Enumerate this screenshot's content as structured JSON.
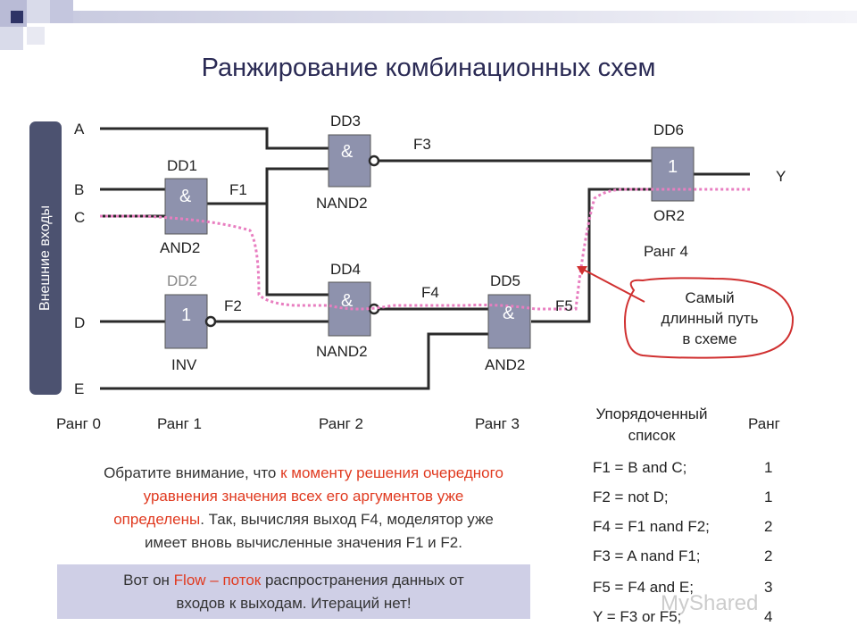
{
  "title": "Ранжирование комбинационных схем",
  "sidebar_label": "Внешние входы",
  "inputs": {
    "a": "A",
    "b": "B",
    "c": "C",
    "d": "D",
    "e": "E"
  },
  "output": "Y",
  "gates": {
    "dd1": {
      "name": "DD1",
      "symbol": "&",
      "type": "AND2"
    },
    "dd2": {
      "name": "DD2",
      "symbol": "1",
      "type": "INV"
    },
    "dd3": {
      "name": "DD3",
      "symbol": "&",
      "type": "NAND2"
    },
    "dd4": {
      "name": "DD4",
      "symbol": "&",
      "type": "NAND2"
    },
    "dd5": {
      "name": "DD5",
      "symbol": "&",
      "type": "AND2"
    },
    "dd6": {
      "name": "DD6",
      "symbol": "1",
      "type": "OR2"
    }
  },
  "signals": {
    "f1": "F1",
    "f2": "F2",
    "f3": "F3",
    "f4": "F4",
    "f5": "F5"
  },
  "ranks": {
    "r0": "Ранг 0",
    "r1": "Ранг 1",
    "r2": "Ранг 2",
    "r3": "Ранг 3",
    "r4": "Ранг 4"
  },
  "callout": {
    "line1": "Самый",
    "line2": "длинный путь",
    "line3": "в схеме"
  },
  "note": {
    "p1": "Обратите внимание, что ",
    "p2": "к моменту решения очередного",
    "p3": "уравнения значения всех его аргументов уже",
    "p4": "определены",
    "p5": ". Так, вычисляя выход F4, моделятор уже",
    "p6": "имеет вновь вычисленные значения F1 и F2."
  },
  "flow": {
    "pre": "Вот он ",
    "red": "Flow – поток",
    "post": " распространения данных от",
    "line2": "входов к выходам. Итераций нет!"
  },
  "table": {
    "header_list_1": "Упорядоченный",
    "header_list_2": "список",
    "header_rank": "Ранг",
    "rows": [
      {
        "eq": "F1 = B and C;",
        "rank": "1"
      },
      {
        "eq": "F2 = not D;",
        "rank": "1"
      },
      {
        "eq": "F4 = F1 nand F2;",
        "rank": "2"
      },
      {
        "eq": "F3 = A nand F1;",
        "rank": "2"
      },
      {
        "eq": "F5 = F4 and E;",
        "rank": "3"
      },
      {
        "eq": "Y = F3 or F5;",
        "rank": "4"
      }
    ]
  },
  "watermark": "MyShared",
  "colors": {
    "title": "#2b2b55",
    "sidebar": "#4c5270",
    "gate_fill": "#8e92ad",
    "path": "#e87ec0",
    "red_text": "#e03a20",
    "flow_box": "#cfcfe6"
  }
}
